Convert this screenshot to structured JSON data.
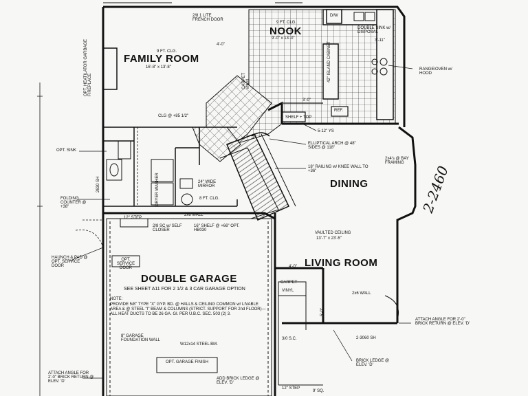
{
  "rooms": {
    "family_room": {
      "name": "FAMILY ROOM",
      "dims": "16'-8\" x 13'-8\"",
      "ceiling": "9 FT. CLG."
    },
    "nook": {
      "name": "NOOK",
      "dims": "9'-0\" x 13'-0\"",
      "ceiling": "9 FT. CLG."
    },
    "dining": {
      "name": "DINING"
    },
    "living_room": {
      "name": "LIVING ROOM",
      "ceiling": "VAULTED CEILING",
      "ceiling_dims": "13'-7\" x 23'-5\""
    },
    "double_garage": {
      "name": "DOUBLE GARAGE",
      "note": "SEE SHEET A11 FOR 2 1/2 & 3 CAR GARAGE OPTION"
    }
  },
  "labels": {
    "french_door": "2/8 1 LITE FRENCH DOOR",
    "double_sink": "DOUBLE SINK w/ DISPOSAL",
    "dw": "D/W",
    "island": "42\" ISLAND CABINET",
    "range": "RANGE/OVEN w/ HOOD",
    "fireplace": "OPT. HEATILATOR GARBAGE FIREPLACE",
    "carpet_vinyl": "CARPET VINYL",
    "clg": "CLG @ +85 1/2\"",
    "dim_4_0": "4'-0\"",
    "dim_3_11": "3'-11\"",
    "dim_3_0": "3'-0\"",
    "shelf": "SHELF + TOP",
    "ref": "REF.",
    "ys": "5-12\" YS",
    "arch": "ELLIPTICAL ARCH @ 48\" SIDES @ 118\"",
    "railing": "18\" RAILING w/ KNEE WALL TO +36\"",
    "bay": "2x4's @ BAY FRAMING",
    "opt_sink": "OPT. SINK",
    "folding_counter": "FOLDING COUNTER @ +38\"",
    "dryer_washer": "DRYER WASHER",
    "mirror": "24\" WIDE MIRROR",
    "ft_clg_low": "8 FT. CLG.",
    "step_12": "12\" STEP",
    "self_closer": "2/8 SC w/ SELF CLOSER",
    "shelf_66": "16\" SHELF @ +66\" OPT. HB030",
    "wall_2x6": "2x6 WALL",
    "haunch": "HAUNCH & PAD @ OPT. SERVICE DOOR",
    "opt_service_door": "OPT. SERVICE DOOR",
    "note_title": "NOTE:",
    "note": "PROVIDE 5/8\" TYPE \"X\" GYP. BD. @ HALLS & CEILING COMMON w/ LIVABLE AREA & @ STEEL \"I\" BEAM & COLUMNS (STRICT. SUPPORT FOR 2nd FLOOR)—ALL HEAT DUCTS TO BE 26 GA. GI. PER U.B.C. SEC. 503 (2) 3.",
    "garage_foundation": "8\" GARAGE FOUNDATION WALL",
    "steel_bm": "W12x14 STEEL BM.",
    "opt_garage_door": "OPT. GARAGE FINISH",
    "attach_angle_right": "ATTACH ANGLE FOR 2'-0\" BRICK RETURN @ ELEV. 'D'",
    "attach_angle_left": "ATTACH ANGLE FOR 2'-0\" BRICK RETURN @ ELEV. 'D'",
    "sc_30": "3/0 S.C.",
    "sh_2060": "2-3060 SH",
    "sh_2630": "2630 SH",
    "brick_ledge": "BRICK LEDGE @ ELEV. 'D'",
    "add_brick_ledge": "ADD BRICK LEDGE @ ELEV. 'D'",
    "dim_5_0": "5'-0\"",
    "dim_4_0b": "4'-0\"",
    "carpet2": "CARPET",
    "vinyl2": "VINYL",
    "dim_9": "9' SQ.",
    "hand_note": "2-2460"
  }
}
